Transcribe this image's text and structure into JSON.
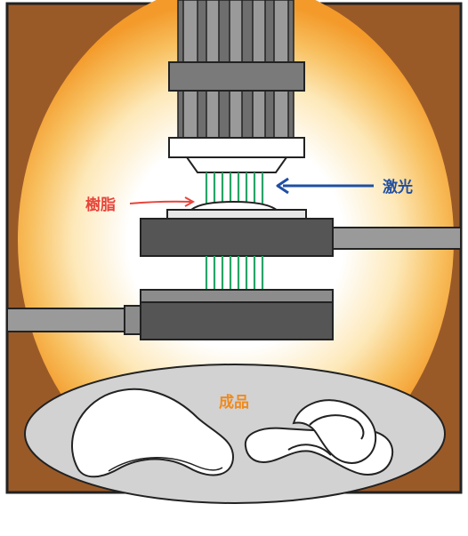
{
  "labels": {
    "resin": "樹脂",
    "laser": "激光",
    "product": "成品"
  },
  "colors": {
    "frame": "#9a5a28",
    "glow_center": "#ffffff",
    "glow_edge": "#f6a634",
    "machine_dark": "#5a5a5a",
    "machine_mid": "#8c8c8c",
    "laser_green": "#27a566",
    "resin_label": "#e8443a",
    "laser_label": "#1f4fa3",
    "product_label": "#f08a1e",
    "tray": "#d2d2d2"
  }
}
